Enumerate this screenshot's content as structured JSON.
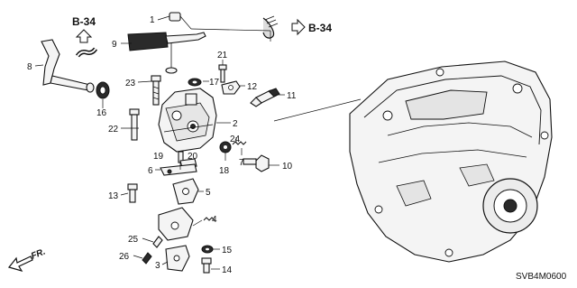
{
  "diagram": {
    "code": "SVB4M0600",
    "ref_labels": [
      "B-34",
      "B-34"
    ],
    "direction_label": "FR.",
    "callouts": [
      "1",
      "2",
      "3",
      "4",
      "5",
      "6",
      "7",
      "8",
      "9",
      "10",
      "11",
      "12",
      "13",
      "14",
      "15",
      "16",
      "17",
      "18",
      "19",
      "20",
      "21",
      "22",
      "23",
      "24",
      "25",
      "26"
    ]
  }
}
